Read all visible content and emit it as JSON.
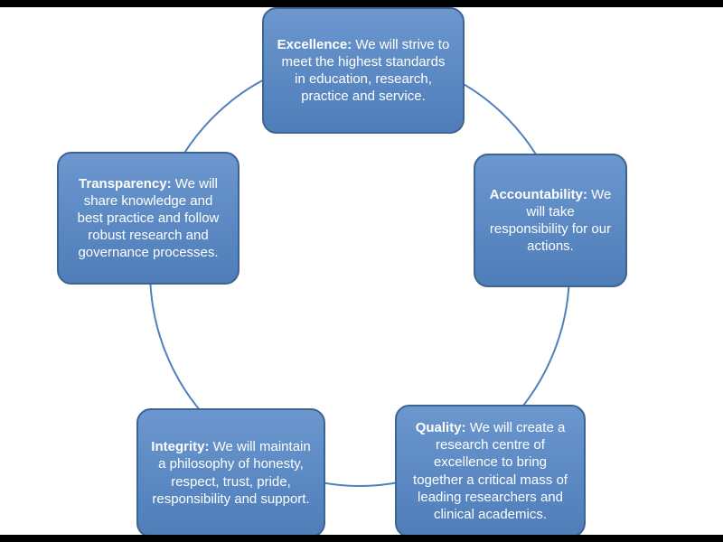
{
  "figure": {
    "background_color": "#ffffff",
    "frame_color": "#000000",
    "circle_color": "#4f81bd",
    "box_fill_color": "#5585c4",
    "box_border_color": "#3e6494",
    "text_color": "#ffffff"
  },
  "nodes": {
    "excellence": {
      "label": "Excellence:",
      "text": " We will strive to meet the highest standards in education, research, practice and service."
    },
    "accountability": {
      "label": "Accountability:",
      "text": " We will take responsibility for our actions."
    },
    "quality": {
      "label": "Quality:",
      "text": " We will create a research centre of excellence to bring together a critical mass of leading researchers and clinical academics."
    },
    "integrity": {
      "label": "Integrity:",
      "text": " We will maintain a philosophy of honesty, respect, trust, pride, responsibility and support."
    },
    "transparency": {
      "label": "Transparency:",
      "text": " We will share knowledge and best practice and follow robust research and governance processes."
    }
  }
}
